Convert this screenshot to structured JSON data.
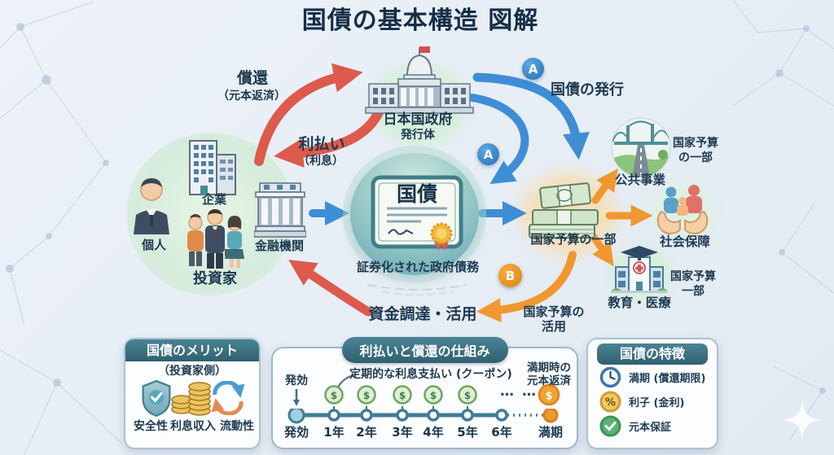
{
  "title": "国債の基本構造 図解",
  "government": {
    "name": "日本国政府",
    "role": "発行体"
  },
  "bond": {
    "title": "国債",
    "caption": "証券化された政府債務"
  },
  "investors": {
    "label": "投資家",
    "individual": "個人",
    "corporation": "企業",
    "financial": "金融機関"
  },
  "flows": {
    "redemption": "償還",
    "redemption_sub": "（元本返済）",
    "interest": "利払い",
    "interest_sub": "（利息）",
    "issuance": "国債の発行",
    "funding": "資金調達・活用",
    "budget_use_1": "国家予算の",
    "budget_use_2": "活用",
    "marker_a": "A",
    "marker_b": "B"
  },
  "budget": {
    "label": "国家予算の一部",
    "public_works": "公共事業",
    "public_works_note_1": "国家予算",
    "public_works_note_2": "の一部",
    "social_security": "社会保障",
    "education": "教育・医療",
    "education_note_1": "国家予算",
    "education_note_2": "一部"
  },
  "merit_card": {
    "title": "国債のメリット",
    "subtitle": "（投資家側）",
    "item_1": "安全性",
    "item_2": "利息収入",
    "item_3": "流動性"
  },
  "timeline_card": {
    "title": "利払いと償還の仕組み",
    "start": "発効",
    "coupon_note": "定期的な利息支払い (クーポン)",
    "maturity_note_1": "満期時の",
    "maturity_note_2": "元本返済",
    "dots": "… …",
    "coin": "$",
    "ticks": [
      "発効",
      "1年",
      "2年",
      "3年",
      "4年",
      "5年",
      "6年",
      "満期"
    ]
  },
  "features_card": {
    "title": "国債の特徴",
    "item_1": "満期 (償還期限)",
    "item_2": "利子 (金利)",
    "item_3": "元本保証",
    "percent": "%"
  },
  "colors": {
    "red_arrow": "#dd5a4c",
    "blue_arrow": "#3e8ed6",
    "orange_arrow": "#ef9830",
    "teal_header": "#3e7080",
    "dark_text": "#1d3950",
    "background": "#e8eef5"
  }
}
